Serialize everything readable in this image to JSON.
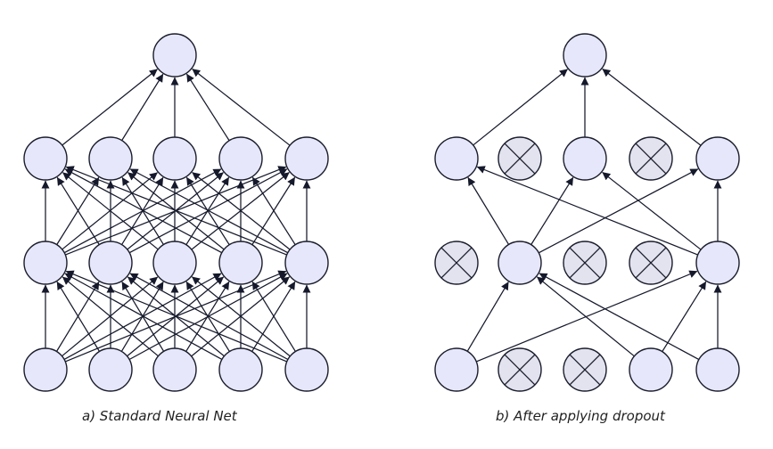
{
  "panels": [
    {
      "id": "a",
      "caption": "a)  Standard Neural Net",
      "layers": [
        {
          "nodes": [
            {
              "dropped": false
            },
            {
              "dropped": false
            },
            {
              "dropped": false
            },
            {
              "dropped": false
            },
            {
              "dropped": false
            }
          ]
        },
        {
          "nodes": [
            {
              "dropped": false
            },
            {
              "dropped": false
            },
            {
              "dropped": false
            },
            {
              "dropped": false
            },
            {
              "dropped": false
            }
          ]
        },
        {
          "nodes": [
            {
              "dropped": false
            },
            {
              "dropped": false
            },
            {
              "dropped": false
            },
            {
              "dropped": false
            },
            {
              "dropped": false
            }
          ]
        },
        {
          "nodes": [
            {
              "dropped": false
            }
          ]
        }
      ],
      "connections": "all-active"
    },
    {
      "id": "b",
      "caption": "b)  After applying dropout",
      "layers": [
        {
          "nodes": [
            {
              "dropped": false
            },
            {
              "dropped": true
            },
            {
              "dropped": true
            },
            {
              "dropped": false
            },
            {
              "dropped": false
            }
          ]
        },
        {
          "nodes": [
            {
              "dropped": true
            },
            {
              "dropped": false
            },
            {
              "dropped": true
            },
            {
              "dropped": true
            },
            {
              "dropped": false
            }
          ]
        },
        {
          "nodes": [
            {
              "dropped": false
            },
            {
              "dropped": true
            },
            {
              "dropped": false
            },
            {
              "dropped": true
            },
            {
              "dropped": false
            }
          ]
        },
        {
          "nodes": [
            {
              "dropped": false
            }
          ]
        }
      ],
      "connections": "all-active"
    }
  ],
  "colors": {
    "node_fill": "#e7e7fb",
    "dropped_fill": "#e3e3ef",
    "stroke": "#1a1d2c"
  }
}
